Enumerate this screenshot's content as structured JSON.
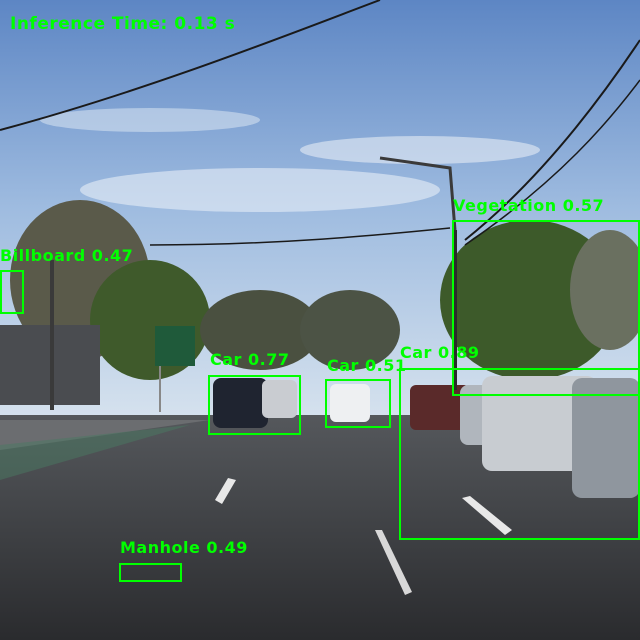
{
  "hud": {
    "inference_text": "Inference Time: 0.13 s"
  },
  "colors": {
    "box": "#00ff00",
    "sky": "#7fa6d6",
    "road": "#3a3c40"
  },
  "detections": [
    {
      "id": "billboard",
      "label": "Billboard 0.47"
    },
    {
      "id": "car-1",
      "label": "Car 0.77"
    },
    {
      "id": "car-2",
      "label": "Car 0.51"
    },
    {
      "id": "car-3",
      "label": "Car 0.89"
    },
    {
      "id": "vegetation",
      "label": "Vegetation 0.57"
    },
    {
      "id": "manhole",
      "label": "Manhole 0.49"
    }
  ]
}
